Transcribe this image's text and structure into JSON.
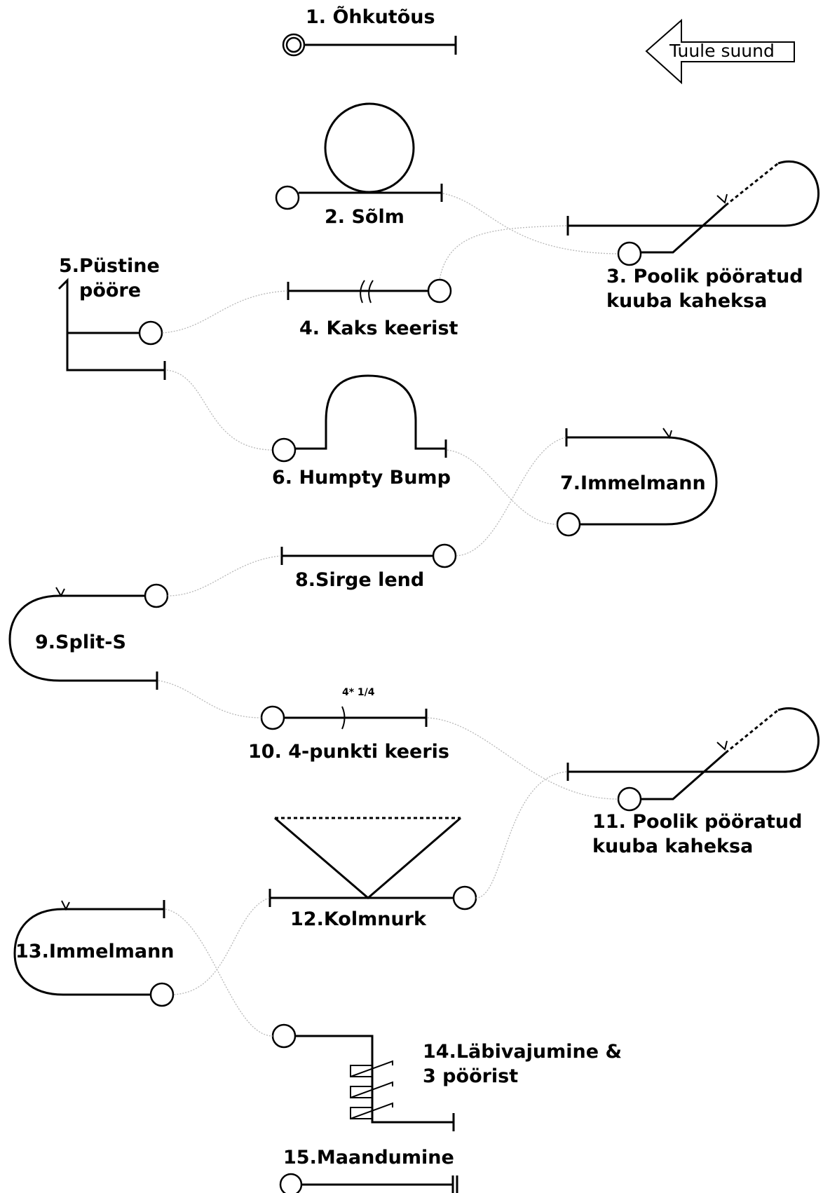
{
  "wind": {
    "label": "Tuule suund"
  },
  "figures": {
    "f1": "1. Õhkutõus",
    "f2": "2. Sõlm",
    "f3_line1": "3. Poolik pööratud",
    "f3_line2": "kuuba kaheksa",
    "f4": "4. Kaks keerist",
    "f5_line1": "5.Püstine",
    "f5_line2": "pööre",
    "f6": "6. Humpty Bump",
    "f7": "7.Immelmann",
    "f8": "8.Sirge lend",
    "f9": "9.Split-S",
    "f10": "10. 4-punkti keeris",
    "f10_note": "4* 1/4",
    "f11_line1": "11. Poolik pööratud",
    "f11_line2": "kuuba kaheksa",
    "f12": "12.Kolmnurk",
    "f13": "13.Immelmann",
    "f14_line1": "14.Läbivajumine &",
    "f14_line2": "3 pöörist",
    "f15": "15.Maandumine"
  }
}
